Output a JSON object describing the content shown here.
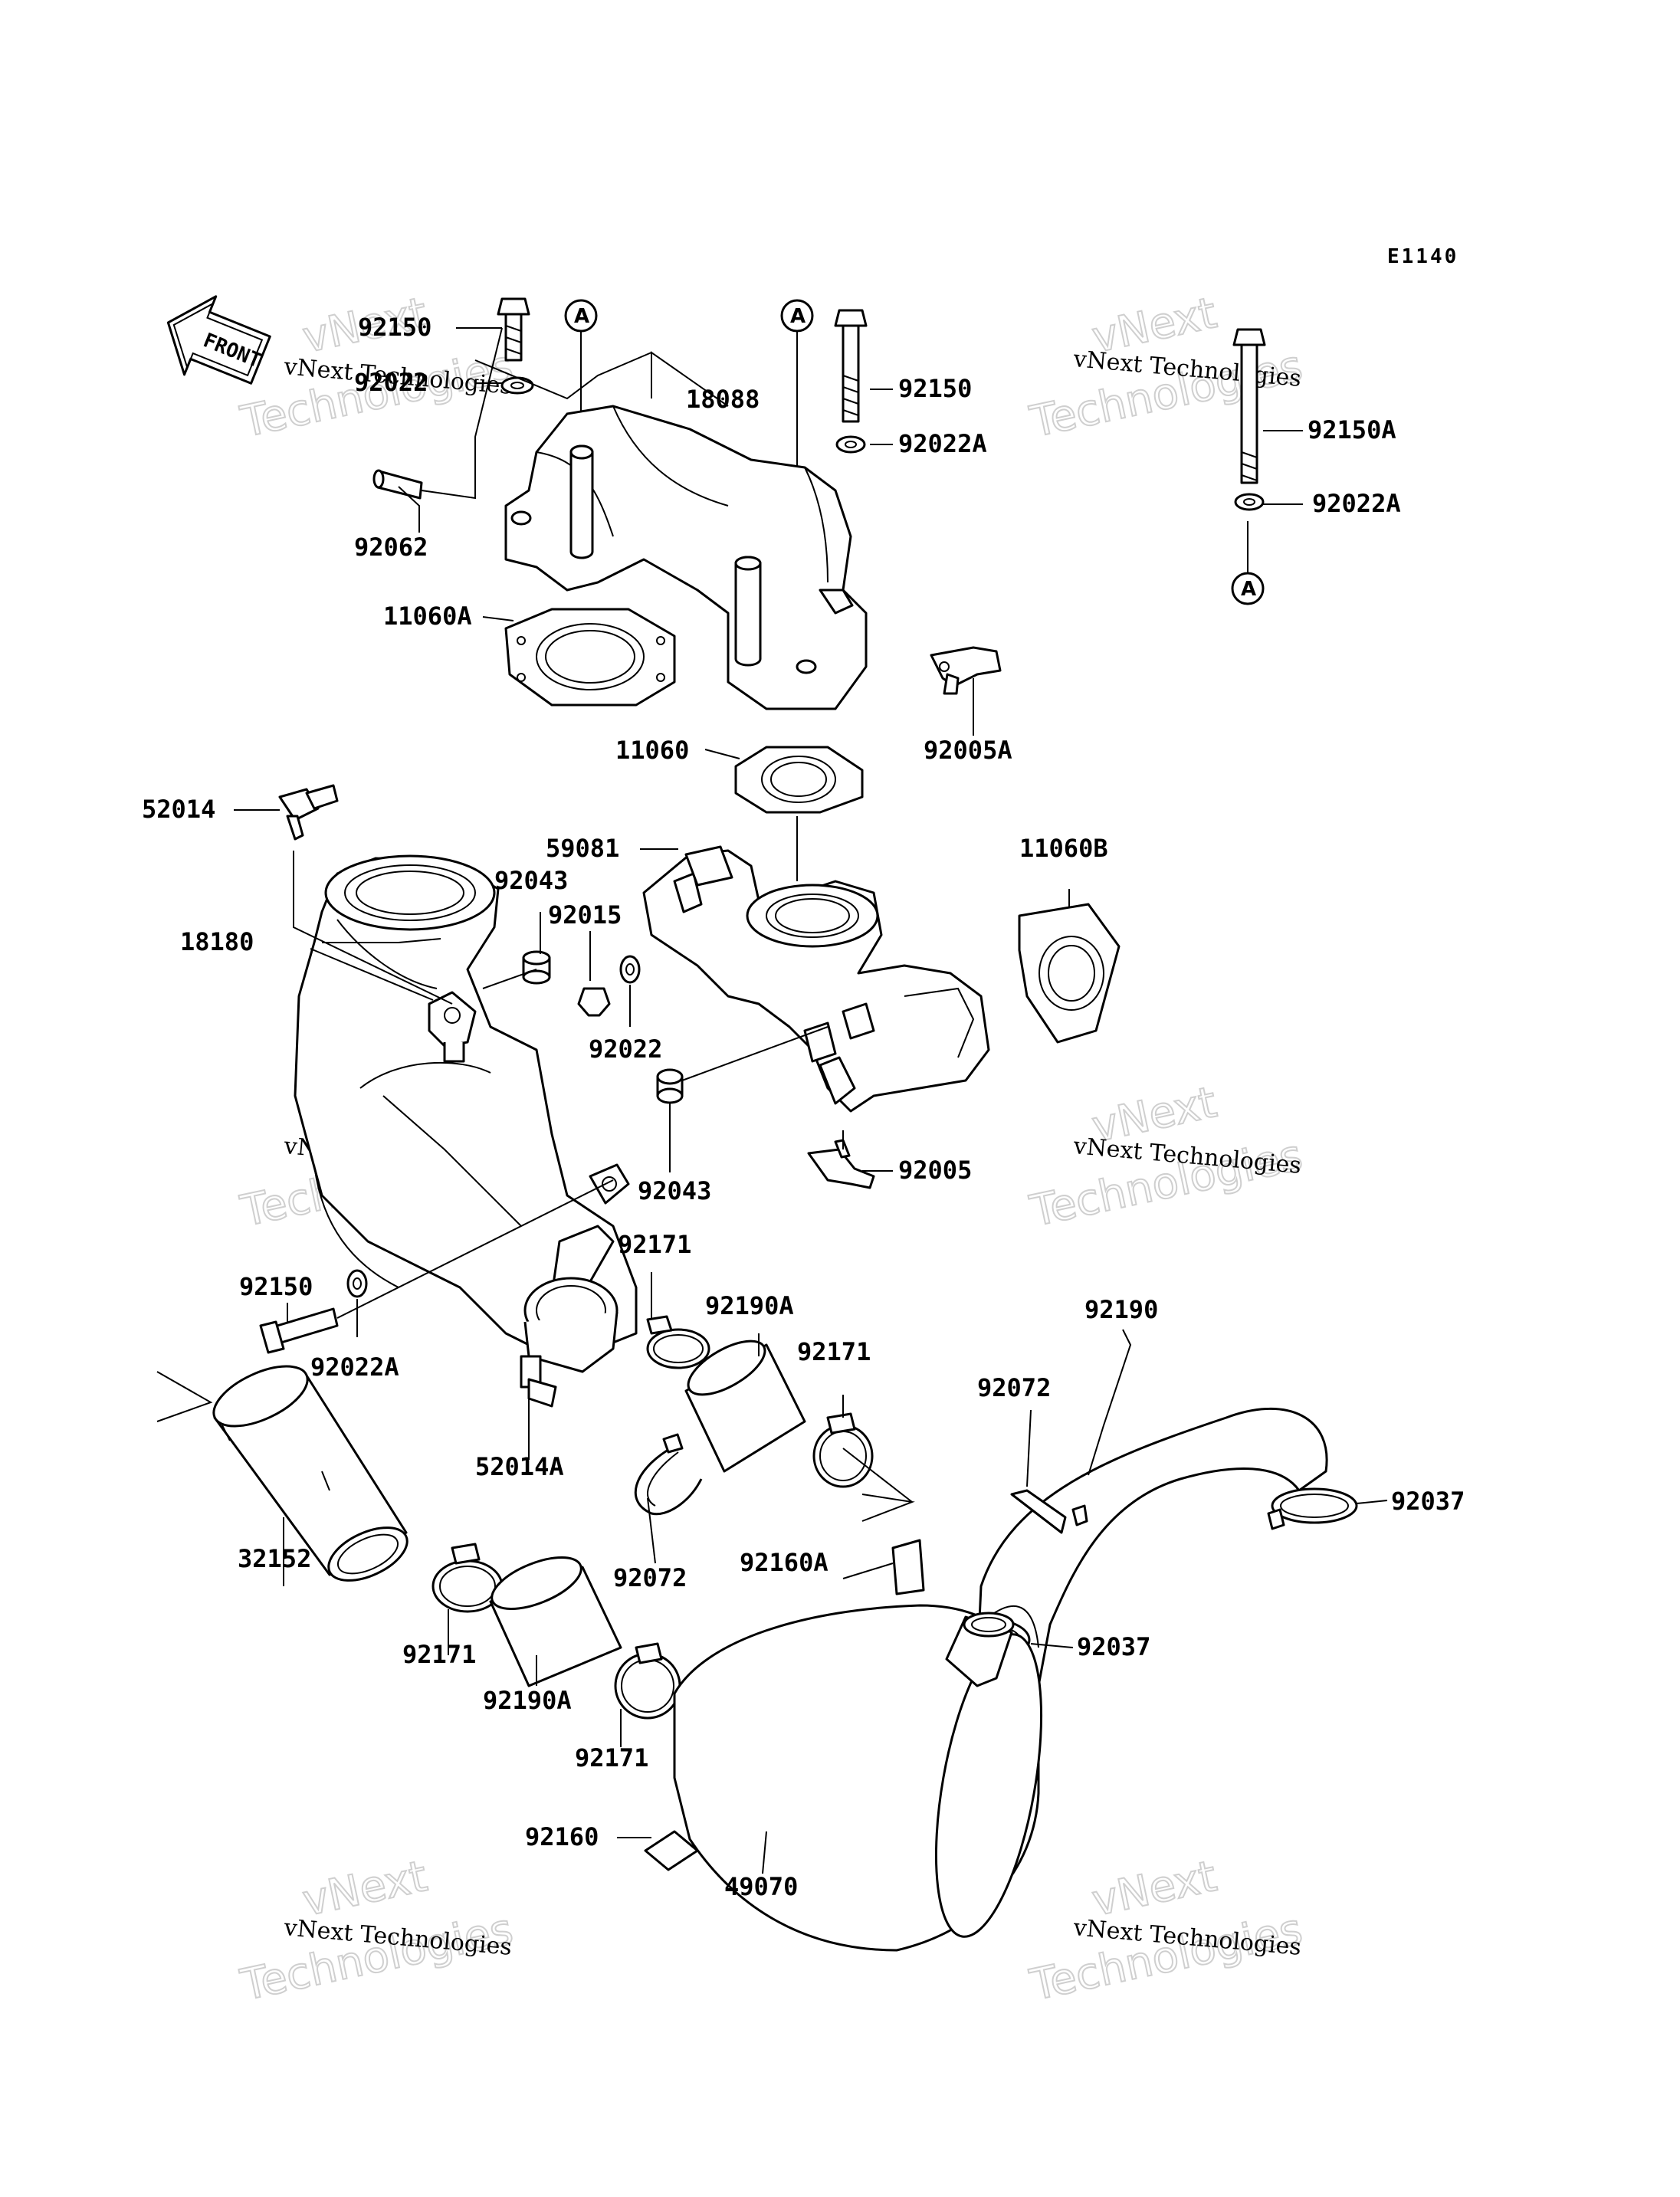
{
  "diagram_code": "E1140",
  "front_arrow_label": "FRONT",
  "ref_marker": "A",
  "watermark": {
    "company": "vNext Technologies",
    "word_top": "vNext",
    "word_bottom": "Technologies"
  },
  "parts": {
    "p92150_top_left": "92150",
    "p92022_top_left": "92022",
    "p92062": "92062",
    "p18088": "18088",
    "p92150_top_mid": "92150",
    "p92022A_top_mid": "92022A",
    "p92150A": "92150A",
    "p92022A_right": "92022A",
    "p11060A": "11060A",
    "p92005A": "92005A",
    "p11060": "11060",
    "p52014": "52014",
    "p59081": "59081",
    "p11060B": "11060B",
    "p92043_upper": "92043",
    "p92015": "92015",
    "p18180": "18180",
    "p92022_mid": "92022",
    "p92043_lower": "92043",
    "p92005": "92005",
    "p92150_lower": "92150",
    "p92171_a": "92171",
    "p92190A_a": "92190A",
    "p92190": "92190",
    "p92171_b": "92171",
    "p92072_a": "92072",
    "p92022A_lower": "92022A",
    "p52014A": "52014A",
    "p92037_right": "92037",
    "p32152": "32152",
    "p92072_b": "92072",
    "p92160A": "92160A",
    "p92037_lower": "92037",
    "p92171_c": "92171",
    "p92190A_b": "92190A",
    "p92171_d": "92171",
    "p92160": "92160",
    "p49070": "49070"
  }
}
